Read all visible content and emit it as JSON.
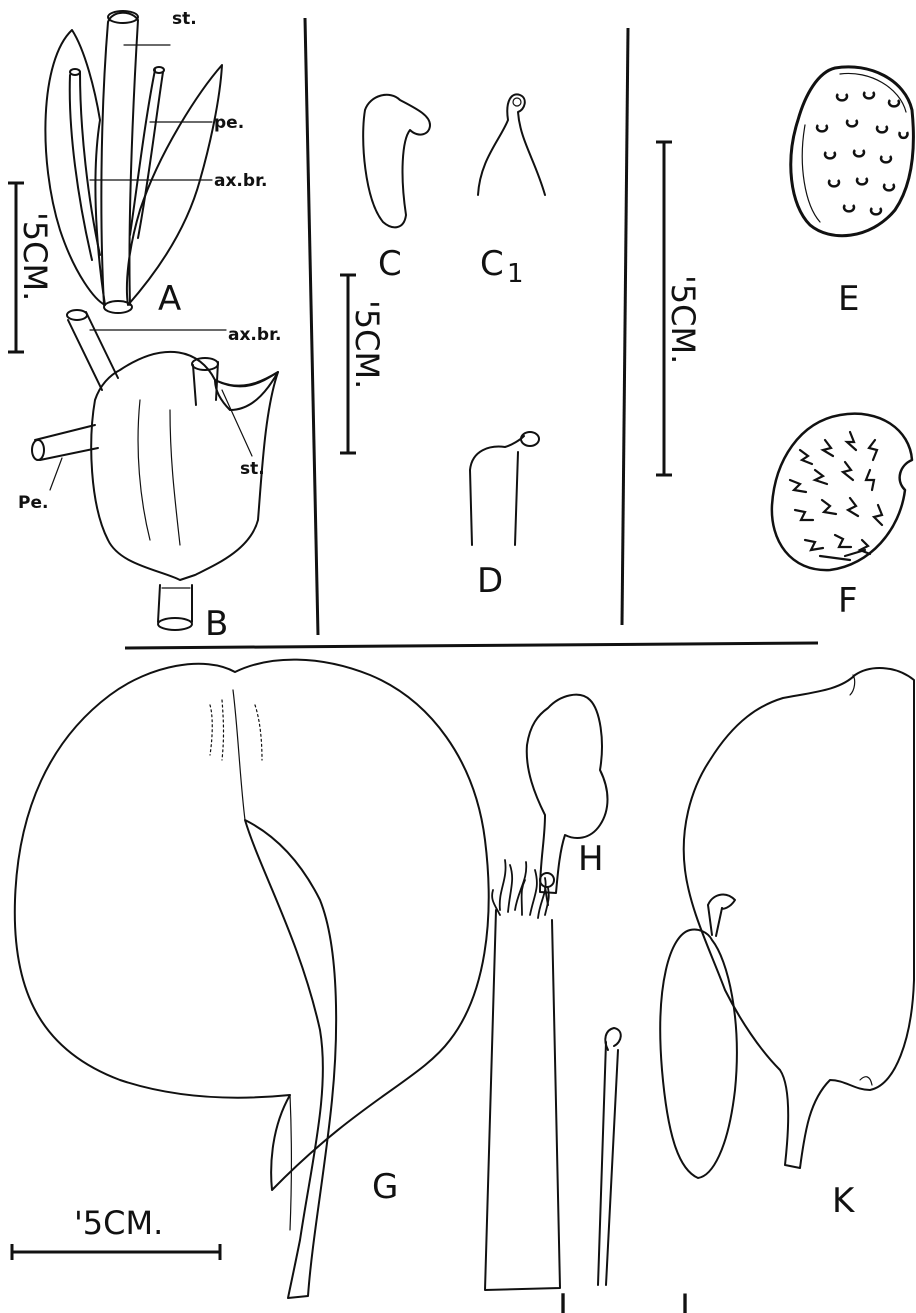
{
  "figure_labels": {
    "A": "A",
    "B": "B",
    "C": "C",
    "C1": "C",
    "C1_sub": "1",
    "D": "D",
    "E": "E",
    "F": "F",
    "G": "G",
    "H": "H",
    "I": "I",
    "J": "J",
    "K": "K"
  },
  "part_labels": {
    "st_a": "st.",
    "pe_a": "pe.",
    "axbr_a": "ax.br.",
    "axbr_b": "ax.br.",
    "st_b": "st.",
    "pe_b": "Pe."
  },
  "scale_bars": {
    "ab": "'5CM.",
    "cd": "'5CM.",
    "ef": "'5CM.",
    "g": "'5CM."
  },
  "colors": {
    "ink": "#111111",
    "paper": "#ffffff"
  }
}
